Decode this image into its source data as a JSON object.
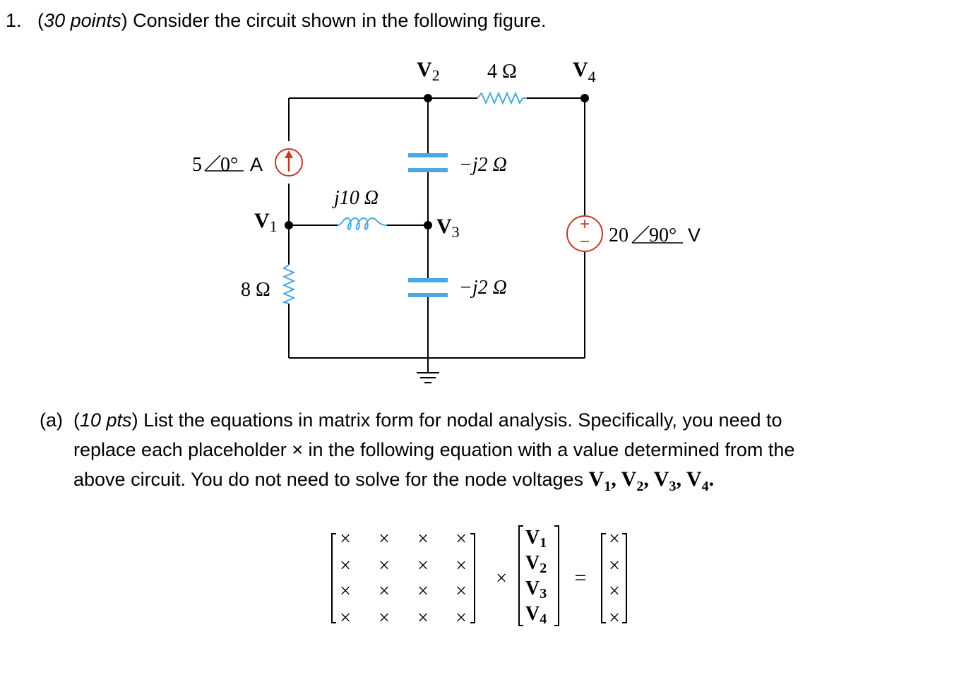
{
  "question": {
    "number": "1.",
    "points_open": "(",
    "points": "30 points",
    "points_close": ")",
    "text": " Consider the circuit shown in the following figure."
  },
  "circuit": {
    "labels": {
      "v2_main": "V",
      "v2_sub": "2",
      "r4": "4 Ω",
      "v4_main": "V",
      "v4_sub": "4",
      "current_source_mag": "5",
      "current_source_ang": "0°",
      "current_source_unit": "A",
      "cap_top": "−j2 Ω",
      "inductor": "j10 Ω",
      "v1_main": "V",
      "v1_sub": "1",
      "v3_main": "V",
      "v3_sub": "3",
      "voltage_source_mag": "20",
      "voltage_source_ang": "90°",
      "voltage_source_unit": "V",
      "r8": "8 Ω",
      "cap_bottom": "−j2 Ω",
      "plus": "+",
      "minus": "−"
    },
    "colors": {
      "wire": "#000000",
      "capacitor": "#4aa8e0",
      "inductor": "#4aa8e0",
      "resistor": "#4aa8e0",
      "source": "#c0392b"
    }
  },
  "part_a": {
    "tag": "(a)",
    "pts_open": "(",
    "pts": "10 pts",
    "pts_close": ")",
    "line1": " List the equations in matrix form for nodal analysis. Specifically, you need to",
    "line2": "replace each placeholder × in the following equation with a value determined from the",
    "line3": "above circuit. You do not need to solve for the node voltages ",
    "nodes": [
      "V",
      "1",
      ", V",
      "2",
      ", V",
      "3",
      ", V",
      "4",
      "."
    ]
  },
  "equation": {
    "placeholder": "×",
    "times": "×",
    "equals": "=",
    "vector": [
      "V1",
      "V2",
      "V3",
      "V4"
    ],
    "vec_main": "V",
    "vec_subs": [
      "1",
      "2",
      "3",
      "4"
    ]
  }
}
